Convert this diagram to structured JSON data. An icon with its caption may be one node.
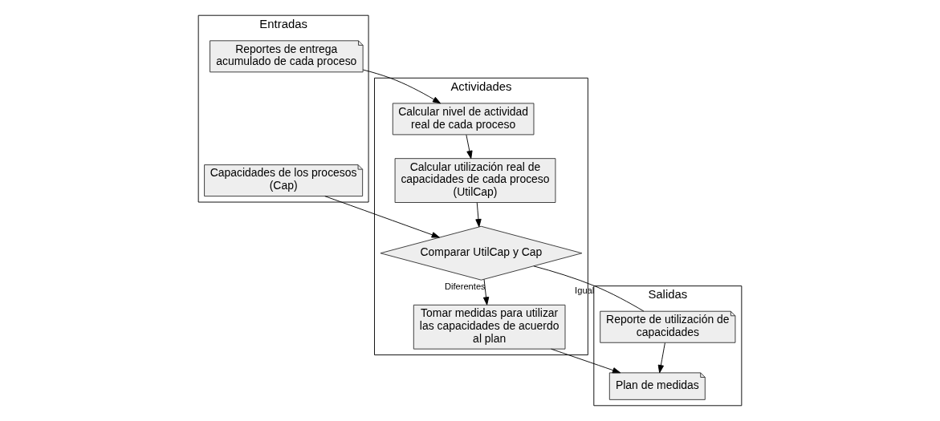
{
  "diagram": {
    "nodes": [
      {
        "text": [
          "Entradas"
        ]
      },
      {
        "text": [
          "Reportes de entrega acumulado de cada proceso"
        ],
        "in": 0
      },
      {
        "text": [
          "Capacidades de los procesos (Cap)"
        ],
        "in": 0
      },
      {
        "text": [
          "Actividades"
        ]
      },
      {
        "text": [
          "Calcular nivel de actividad real de cada proceso"
        ],
        "in": 3
      },
      {
        "text": [
          "Calcular utilización real de capacidades de cada proceso (UtilCap)"
        ],
        "in": 3
      },
      {
        "text": [
          "Comparar UtilCap y Cap"
        ],
        "in": 3
      },
      {
        "text": [
          "Tomar medidas para utilizar las capacidades de acuerdo al plan"
        ],
        "in": 3
      },
      {
        "text": [
          "Salidas"
        ]
      },
      {
        "text": [
          "Reporte de utilización de capacidades"
        ],
        "in": 8
      },
      {
        "text": [
          "Plan de medidas"
        ],
        "in": 8
      }
    ],
    "edges": [
      {
        "from": 1,
        "to": 4,
        "arrow": "to"
      },
      {
        "from": 4,
        "to": 5,
        "arrow": "to"
      },
      {
        "from": 5,
        "to": 6,
        "arrow": "to"
      },
      {
        "from": 2,
        "to": 6,
        "arrow": "to"
      },
      {
        "from": 6,
        "to": 9,
        "label": "Igual",
        "arrow": "none"
      },
      {
        "from": 6,
        "to": 7,
        "label": "Diferentes",
        "arrow": "to"
      },
      {
        "from": 9,
        "to": 10,
        "arrow": "to"
      },
      {
        "from": 7,
        "to": 10,
        "arrow": "to"
      }
    ]
  }
}
